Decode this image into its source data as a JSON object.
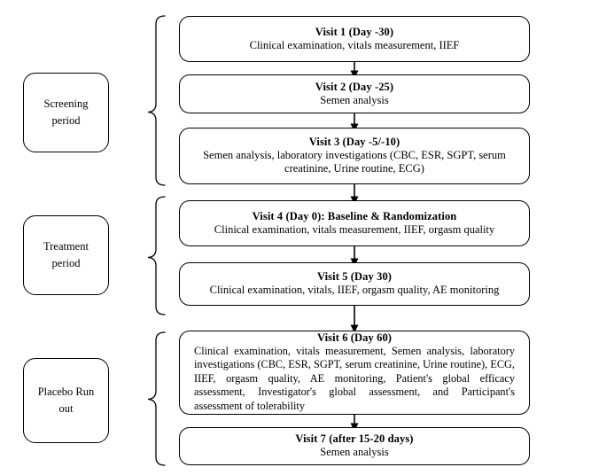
{
  "diagram": {
    "title": "Clinical trial visit schedule flowchart",
    "line_color": "#000000",
    "background_color": "#ffffff"
  },
  "periods": [
    {
      "id": "screening",
      "label_line1": "Screening",
      "label_line2": "period"
    },
    {
      "id": "treatment",
      "label_line1": "Treatment",
      "label_line2": "period"
    },
    {
      "id": "placebo",
      "label_line1": "Placebo Run",
      "label_line2": "out"
    }
  ],
  "visits": [
    {
      "id": "visit-1",
      "title": "Visit 1 (Day -30)",
      "body": "Clinical examination, vitals measurement, IIEF"
    },
    {
      "id": "visit-2",
      "title": "Visit 2 (Day -25)",
      "body": "Semen analysis"
    },
    {
      "id": "visit-3",
      "title": "Visit 3 (Day -5/-10)",
      "body": "Semen analysis, laboratory investigations (CBC, ESR, SGPT, serum creatinine, Urine routine, ECG)"
    },
    {
      "id": "visit-4",
      "title": "Visit 4 (Day 0): Baseline & Randomization",
      "body": "Clinical examination, vitals measurement, IIEF, orgasm quality"
    },
    {
      "id": "visit-5",
      "title": "Visit 5 (Day 30)",
      "body": "Clinical examination, vitals, IIEF, orgasm quality, AE monitoring"
    },
    {
      "id": "visit-6",
      "title": "Visit 6 (Day 60)",
      "body": "Clinical examination, vitals measurement, Semen analysis, laboratory investigations (CBC, ESR, SGPT, serum creatinine, Urine routine), ECG, IIEF, orgasm quality, AE monitoring, Patient's global efficacy assessment, Investigator's global assessment, and Participant's assessment of tolerability"
    },
    {
      "id": "visit-7",
      "title": "Visit 7 (after 15-20 days)",
      "body": "Semen analysis"
    }
  ],
  "connectors": {
    "arrow_count": 6,
    "arrow_direction": "down",
    "brace_count": 3,
    "brace_orientation": "left-pointing"
  }
}
